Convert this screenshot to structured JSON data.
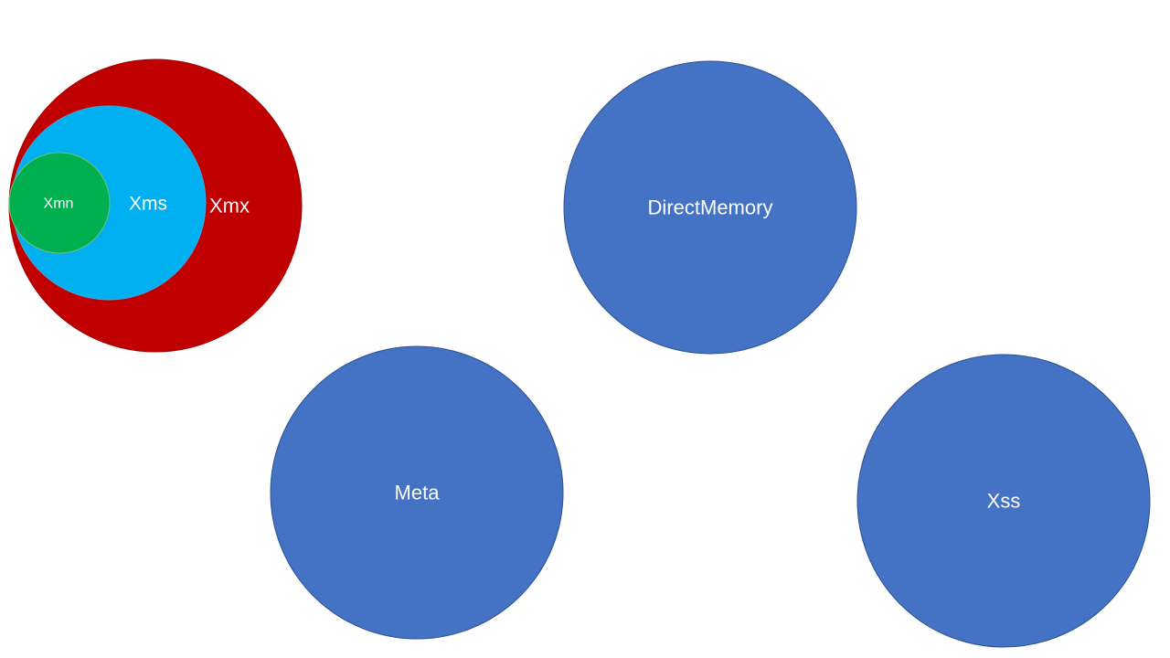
{
  "circles": {
    "xmx": {
      "label": "Xmx",
      "fill": "#C00000",
      "stroke": "#A00000"
    },
    "xms": {
      "label": "Xms",
      "fill": "#00B0F0",
      "stroke": "#4AA3D8"
    },
    "xmn": {
      "label": "Xmn",
      "fill": "#00B050",
      "stroke": "#70C070"
    },
    "direct_memory": {
      "label": "DirectMemory",
      "fill": "#4472C4",
      "stroke": "#2F528F"
    },
    "meta": {
      "label": "Meta",
      "fill": "#4472C4",
      "stroke": "#2F528F"
    },
    "xss": {
      "label": "Xss",
      "fill": "#4472C4",
      "stroke": "#2F528F"
    }
  },
  "colors": {
    "background": "#FFFFFF",
    "label": "#FFFFFF"
  }
}
